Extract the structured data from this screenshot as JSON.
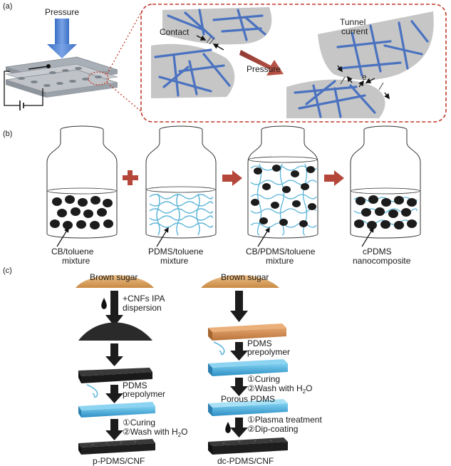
{
  "panel_a": {
    "label": "(a)",
    "pressure_top": "Pressure",
    "contact": "Contact",
    "pressure_mid": "Pressure",
    "tunnel_line1": "Tunnel",
    "tunnel_line2": "current",
    "electron": "e"
  },
  "panel_b": {
    "label": "(b)",
    "jars": [
      {
        "line1": "CB/toluene",
        "line2": "mixture"
      },
      {
        "line1": "PDMS/toluene",
        "line2": "mixture"
      },
      {
        "line1": "CB/PDMS/toluene",
        "line2": "mixture"
      },
      {
        "line1": "cPDMS",
        "line2": "nanocomposite"
      }
    ]
  },
  "panel_c": {
    "label": "(c)",
    "left": {
      "title": "Brown sugar",
      "step1_line1": "+CNFs IPA",
      "step1_line2": "dispersion",
      "step2_line1": "PDMS",
      "step2_line2": "prepolymer",
      "step3_line1": "①Curing",
      "step3_line2": "②Wash with H",
      "step3_sub": "2",
      "step3_end": "O",
      "result": "p-PDMS/CNF"
    },
    "right": {
      "title": "Brown sugar",
      "step1_line1": "PDMS",
      "step1_line2": "prepolymer",
      "step2_line1": "①Curing",
      "step2_line2": "②Wash with H",
      "step2_sub": "2",
      "step2_end": "O",
      "porous": "Porous PDMS",
      "step3_line1": "①Plasma treatment",
      "step3_line2": "②Dip-coating",
      "result": "dc-PDMS/CNF"
    }
  },
  "colors": {
    "fiber": "#4a72c0",
    "device_gray": "#b8bcc2",
    "dashed_red": "#c0392b",
    "arrow_red": "#b5473a",
    "cb_black": "#1c1c1c",
    "pdms_cyan": "#5bb4d8",
    "sugar": "#d9a35c",
    "pdms_slab": "#3fa6d6",
    "cork": "#d08c52",
    "cnf_black": "#222222"
  }
}
